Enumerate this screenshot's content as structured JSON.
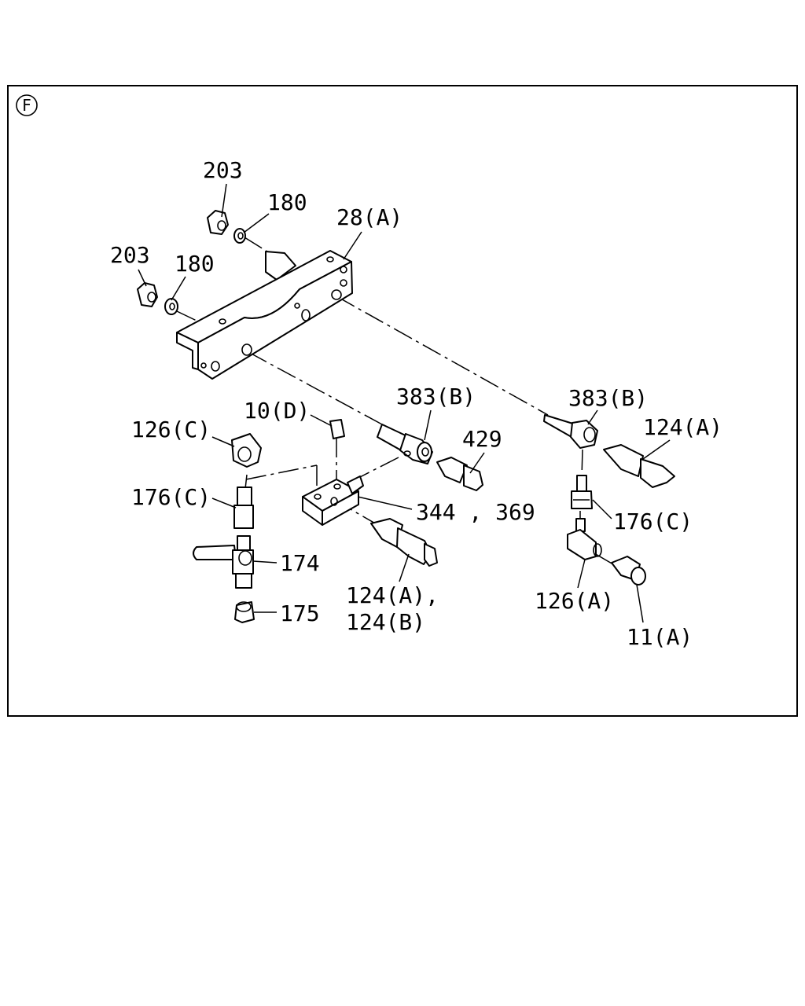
{
  "view_badge": "F",
  "labels": {
    "l203a": "203",
    "l180a": "180",
    "l28a": "28(A)",
    "l203b": "203",
    "l180b": "180",
    "l383b_1": "383(B)",
    "l383b_2": "383(B)",
    "l124a_r": "124(A)",
    "l10d": "10(D)",
    "l126c": "126(C)",
    "l429": "429",
    "l176c_l": "176(C)",
    "l344": "344 , 369",
    "l176c_r": "176(C)",
    "l174": "174",
    "l124ab_1": "124(A),",
    "l124ab_2": "124(B)",
    "l126a": "126(A)",
    "l175": "175",
    "l11a": "11(A)"
  }
}
